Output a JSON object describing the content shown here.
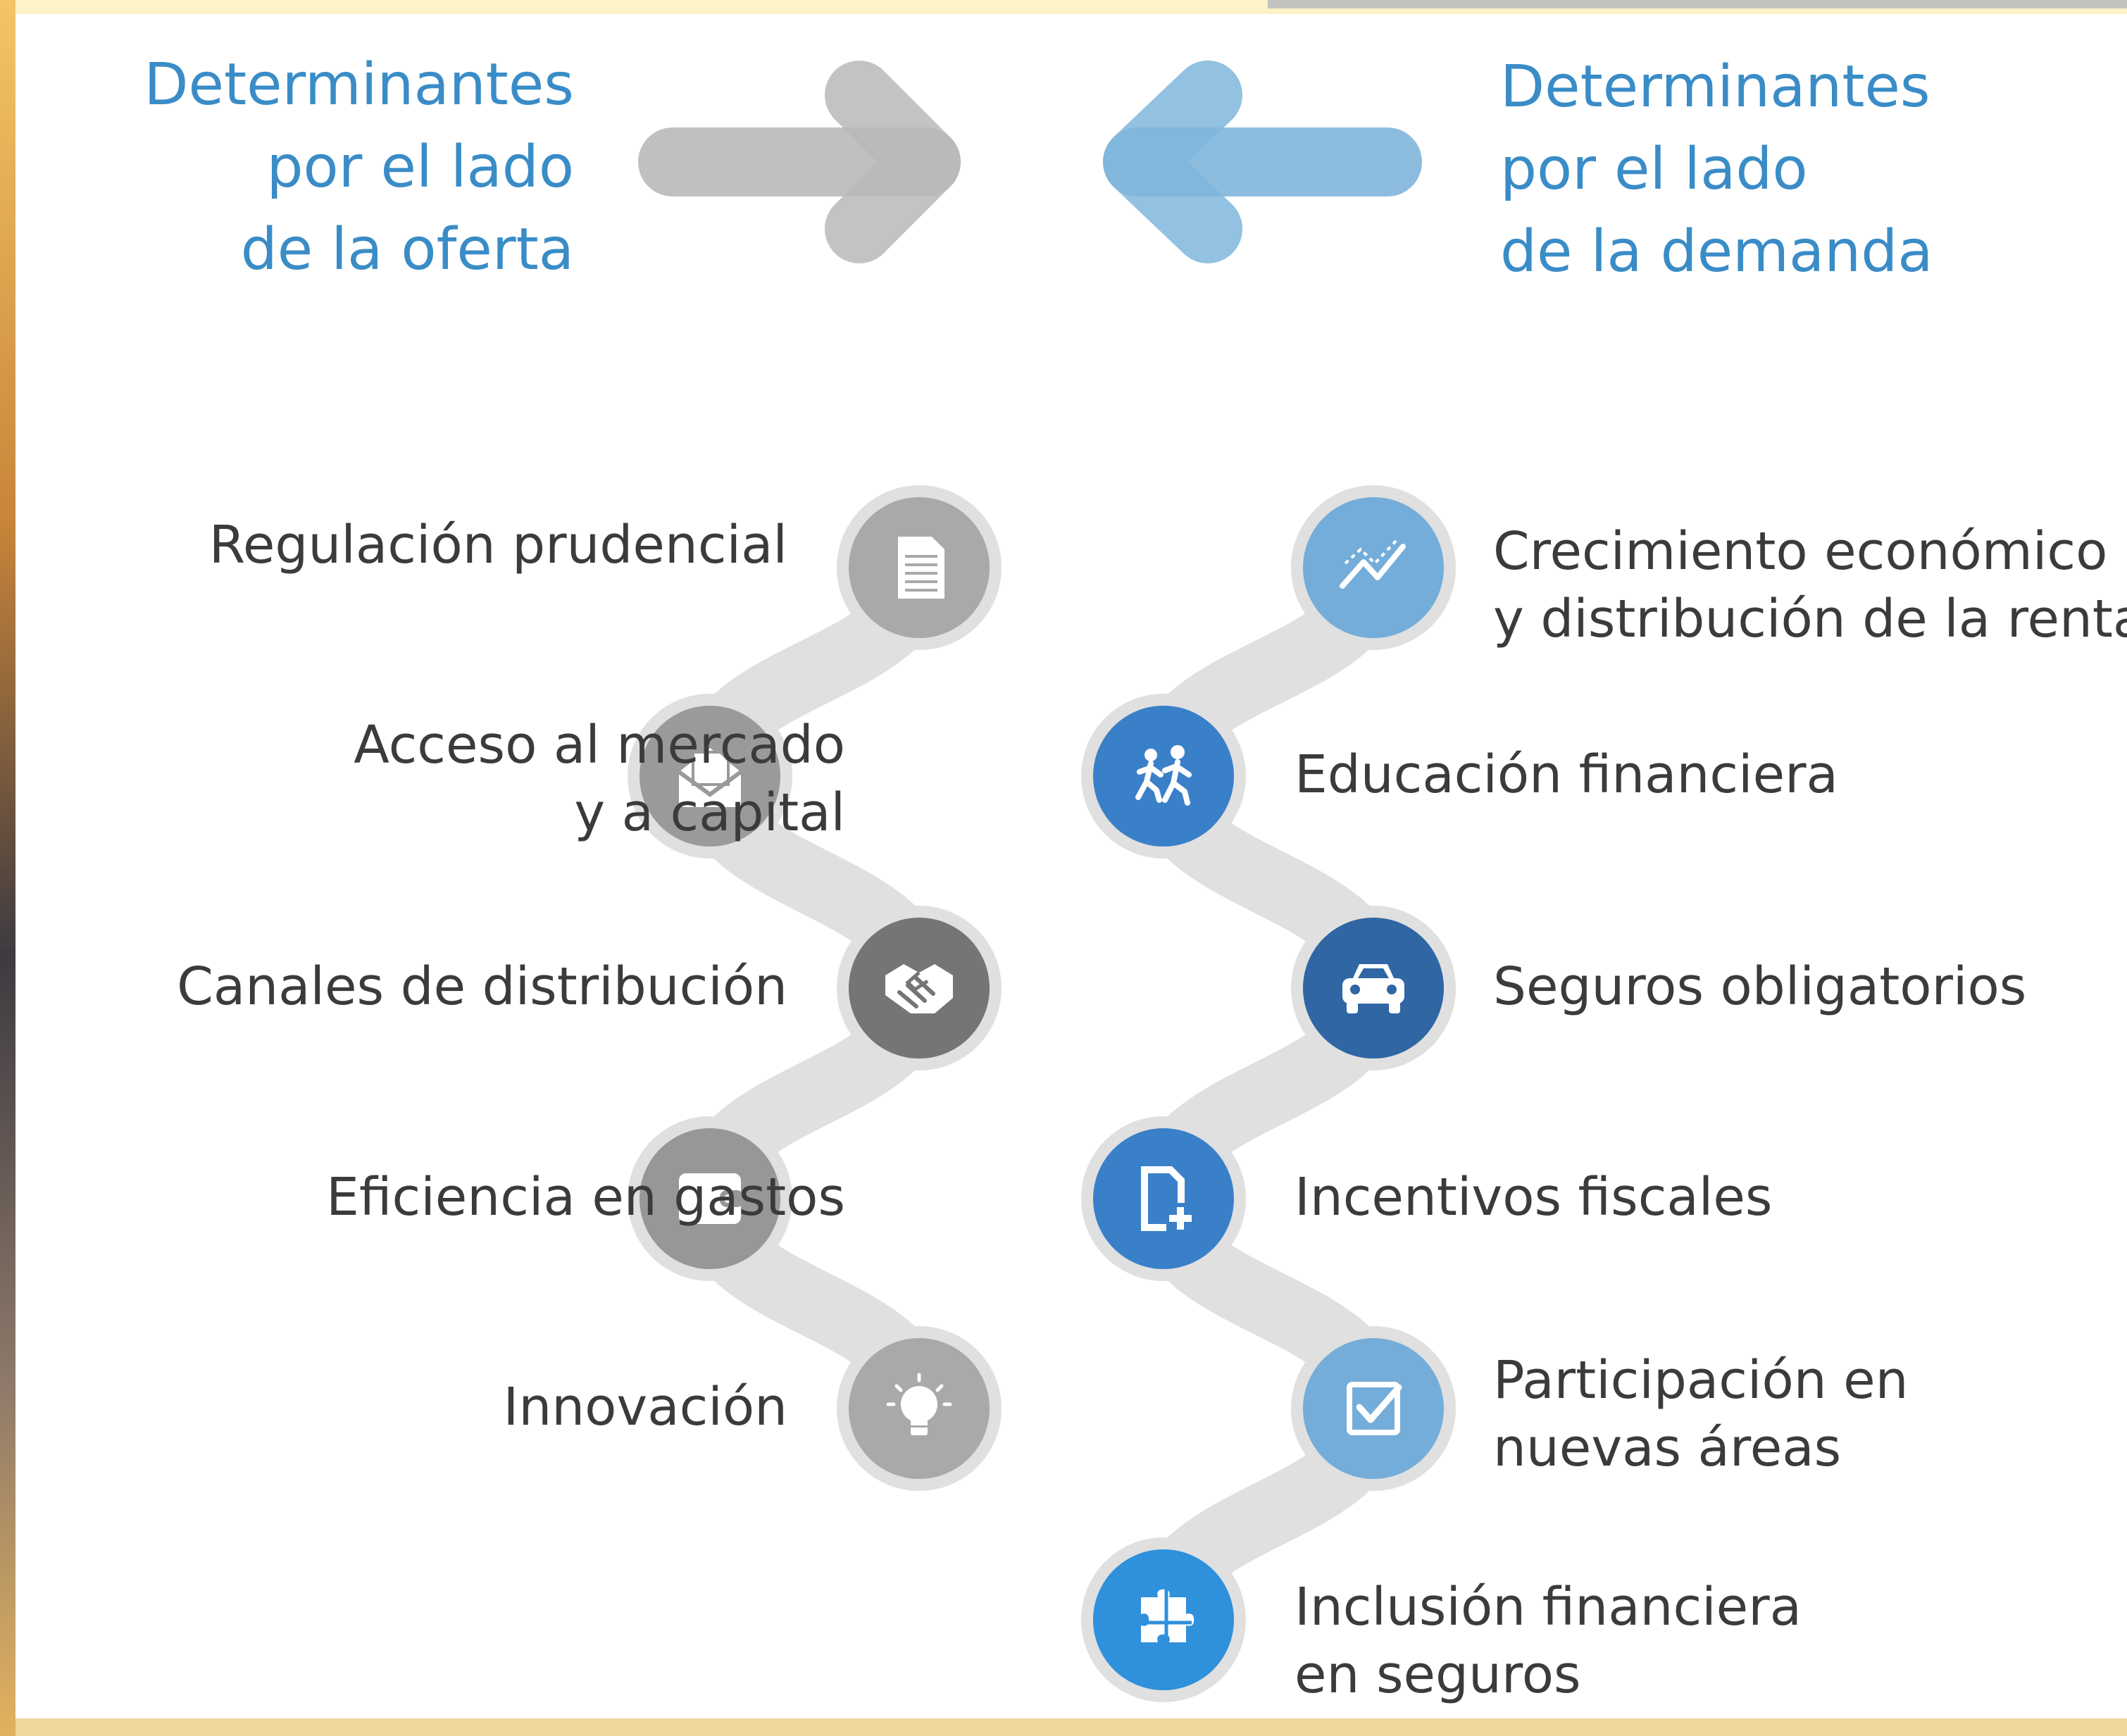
{
  "colors": {
    "heading": "#3a8cc7",
    "label": "#3b3b3b",
    "track": "#e0e0e0",
    "supply_arrow": "#b9b9b9",
    "demand_arrow": "#7fb6dc",
    "frame_outer": "#e6a63a",
    "frame_inner": "#fdf2c8"
  },
  "supply": {
    "heading": [
      "Determinantes",
      "por el lado",
      "de la oferta"
    ],
    "arrow_icon": "arrow-right-icon",
    "items": [
      {
        "label": [
          "Regulación prudencial"
        ],
        "icon": "document-icon",
        "color": "#a9a9a9"
      },
      {
        "label": [
          "Acceso al mercado",
          "y a capital"
        ],
        "icon": "open-mail-icon",
        "color": "#9a9a9a"
      },
      {
        "label": [
          "Canales de distribución"
        ],
        "icon": "handshake-icon",
        "color": "#757575"
      },
      {
        "label": [
          "Eficiencia en gastos"
        ],
        "icon": "wallet-icon",
        "color": "#979797"
      },
      {
        "label": [
          "Innovación"
        ],
        "icon": "lightbulb-icon",
        "color": "#a9a9a9"
      }
    ]
  },
  "demand": {
    "heading": [
      "Determinantes",
      "por el lado",
      "de la demanda"
    ],
    "arrow_icon": "arrow-left-icon",
    "items": [
      {
        "label": [
          "Crecimiento económico",
          "y distribución de la renta"
        ],
        "icon": "trend-chart-icon",
        "color": "#74add9"
      },
      {
        "label": [
          "Educación financiera"
        ],
        "icon": "running-people-icon",
        "color": "#3a80c9"
      },
      {
        "label": [
          "Seguros obligatorios"
        ],
        "icon": "car-icon",
        "color": "#2f66a3"
      },
      {
        "label": [
          "Incentivos fiscales"
        ],
        "icon": "document-plus-icon",
        "color": "#3a80c9"
      },
      {
        "label": [
          "Participación en",
          "nuevas áreas"
        ],
        "icon": "checkbox-icon",
        "color": "#74add9"
      },
      {
        "label": [
          "Inclusión financiera",
          "en seguros"
        ],
        "icon": "puzzle-icon",
        "color": "#2f90db"
      }
    ]
  }
}
